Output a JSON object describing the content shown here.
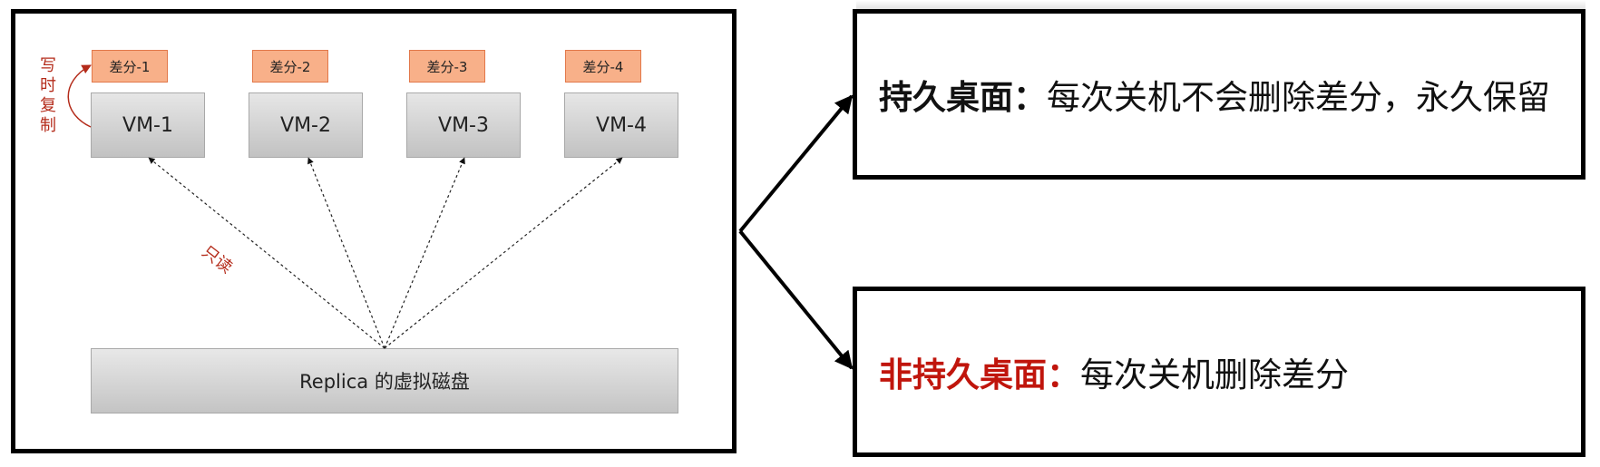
{
  "diagram": {
    "copy_on_write_label": [
      "写",
      "时",
      "复",
      "制"
    ],
    "readonly_label": "只读",
    "diffs": [
      "差分-1",
      "差分-2",
      "差分-3",
      "差分-4"
    ],
    "vms": [
      "VM-1",
      "VM-2",
      "VM-3",
      "VM-4"
    ],
    "replica_label": "Replica 的虚拟磁盘"
  },
  "persistent": {
    "keyword": "持久桌面：",
    "description": "每次关机不会删除差分，永久保留"
  },
  "nonpersistent": {
    "keyword": "非持久桌面：",
    "description": "每次关机删除差分"
  },
  "colors": {
    "accent_red": "#c0150c",
    "label_red": "#b42b1a",
    "diff_fill": "#f8b089",
    "diff_border": "#e2784a",
    "vm_fill": "#d6d6d6"
  }
}
